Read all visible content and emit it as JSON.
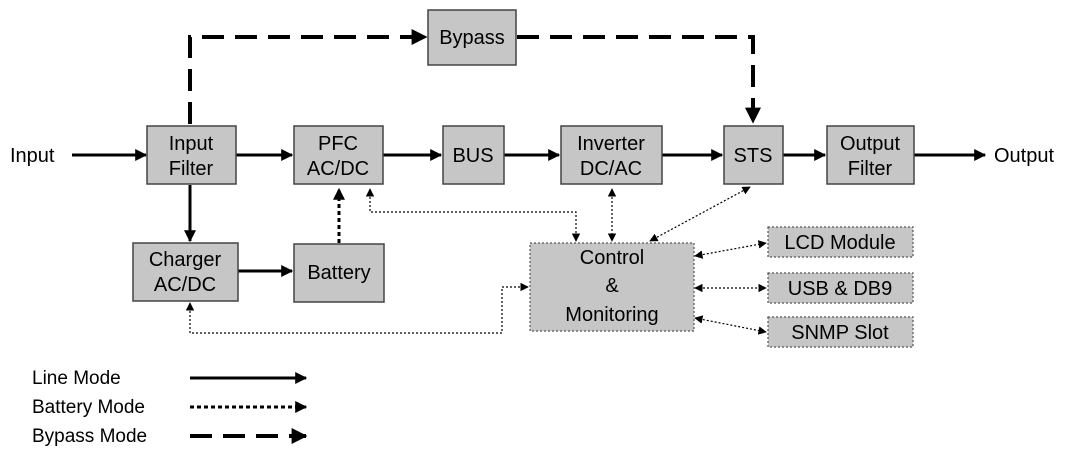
{
  "labels": {
    "input": "Input",
    "output": "Output"
  },
  "blocks": {
    "input_filter": [
      "Input",
      "Filter"
    ],
    "pfc": [
      "PFC",
      "AC/DC"
    ],
    "bus": [
      "BUS"
    ],
    "inverter": [
      "Inverter",
      "DC/AC"
    ],
    "sts": [
      "STS"
    ],
    "output_filter": [
      "Output",
      "Filter"
    ],
    "bypass": [
      "Bypass"
    ],
    "charger": [
      "Charger",
      "AC/DC"
    ],
    "battery": [
      "Battery"
    ],
    "control": [
      "Control",
      "&",
      "Monitoring"
    ],
    "lcd": [
      "LCD Module"
    ],
    "usb": [
      "USB & DB9"
    ],
    "snmp": [
      "SNMP Slot"
    ]
  },
  "legend": [
    {
      "label": "Line Mode",
      "style": "solid"
    },
    {
      "label": "Battery Mode",
      "style": "dotted"
    },
    {
      "label": "Bypass Mode",
      "style": "dashed"
    }
  ],
  "colors": {
    "block_fill": "#c6c6c6",
    "line": "#000000"
  }
}
